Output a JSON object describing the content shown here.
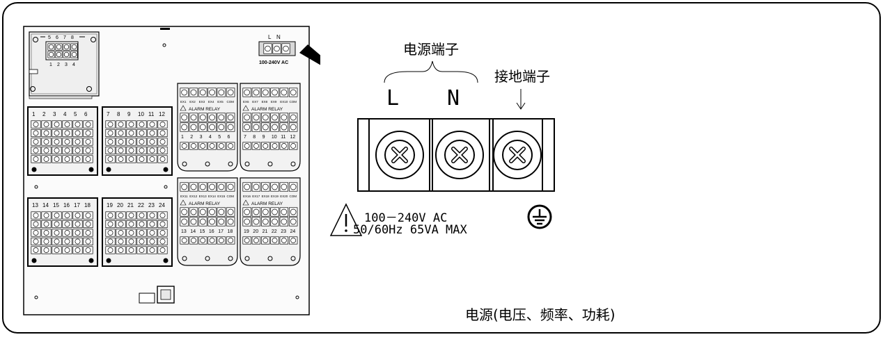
{
  "panel": {
    "top_terminal_numbers": [
      "5",
      "6",
      "7",
      "8"
    ],
    "bottom_terminal_numbers": [
      "1",
      "2",
      "3",
      "4"
    ],
    "power_labels": [
      "L",
      "N"
    ],
    "power_voltage": "100-240V AC",
    "input_blocks": [
      {
        "numbers": [
          "1",
          "2",
          "3",
          "4",
          "5",
          "6"
        ]
      },
      {
        "numbers": [
          "7",
          "8",
          "9",
          "10",
          "11",
          "12"
        ]
      },
      {
        "numbers": [
          "13",
          "14",
          "15",
          "16",
          "17",
          "18"
        ]
      },
      {
        "numbers": [
          "19",
          "20",
          "21",
          "22",
          "23",
          "24"
        ]
      }
    ],
    "relay_blocks": [
      {
        "ex_labels": [
          "EX1",
          "EX2",
          "EX3",
          "EX4",
          "EX5",
          "COM"
        ],
        "relay_text": "ALARM RELAY",
        "numbers": [
          "1",
          "2",
          "3",
          "4",
          "5",
          "6"
        ]
      },
      {
        "ex_labels": [
          "EX6",
          "EX7",
          "EX8",
          "EX9",
          "EX10",
          "COM"
        ],
        "relay_text": "ALARM RELAY",
        "numbers": [
          "7",
          "8",
          "9",
          "10",
          "11",
          "12"
        ]
      },
      {
        "ex_labels": [
          "EX11",
          "EX12",
          "EX13",
          "EX14",
          "EX15",
          "COM"
        ],
        "relay_text": "ALARM RELAY",
        "numbers": [
          "13",
          "14",
          "15",
          "16",
          "17",
          "18"
        ]
      },
      {
        "ex_labels": [
          "EX16",
          "EX17",
          "EX18",
          "EX19",
          "EX20",
          "COM"
        ],
        "relay_text": "ALARM RELAY",
        "numbers": [
          "19",
          "20",
          "21",
          "22",
          "23",
          "24"
        ]
      }
    ]
  },
  "detail": {
    "power_terminal_title": "电源端子",
    "ground_terminal_title": "接地端子",
    "label_l": "L",
    "label_n": "N",
    "spec_line1": "100－240V AC",
    "spec_line2": "50/60Hz 65VA MAX",
    "caption": "电源(电压、频率、功耗)"
  }
}
